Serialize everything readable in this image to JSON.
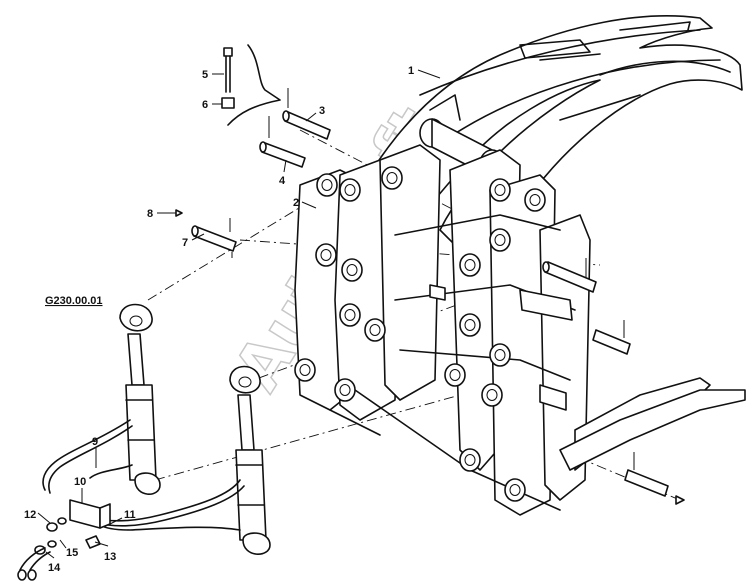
{
  "diagram": {
    "reference_label": "G230.00.01",
    "watermark": "AutoSoft",
    "callouts": [
      {
        "id": "c1",
        "text": "1"
      },
      {
        "id": "c2",
        "text": "2"
      },
      {
        "id": "c3",
        "text": "3"
      },
      {
        "id": "c4",
        "text": "4"
      },
      {
        "id": "c5",
        "text": "5"
      },
      {
        "id": "c6",
        "text": "6"
      },
      {
        "id": "c7",
        "text": "7"
      },
      {
        "id": "c8",
        "text": "8"
      },
      {
        "id": "c9",
        "text": "9"
      },
      {
        "id": "c10",
        "text": "10"
      },
      {
        "id": "c11",
        "text": "11"
      },
      {
        "id": "c12",
        "text": "12"
      },
      {
        "id": "c13",
        "text": "13"
      },
      {
        "id": "c14",
        "text": "14"
      },
      {
        "id": "c15",
        "text": "15"
      }
    ]
  }
}
